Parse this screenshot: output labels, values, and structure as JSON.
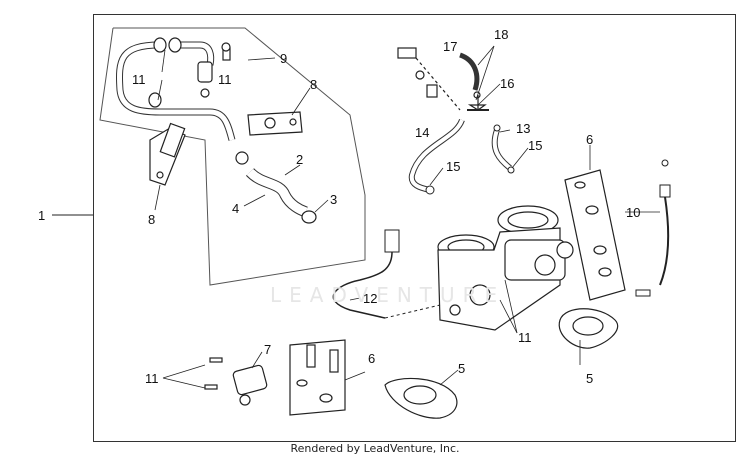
{
  "diagram": {
    "callouts": [
      {
        "id": "c1",
        "text": "1"
      },
      {
        "id": "c2",
        "text": "2"
      },
      {
        "id": "c3",
        "text": "3"
      },
      {
        "id": "c4",
        "text": "4"
      },
      {
        "id": "c5a",
        "text": "5"
      },
      {
        "id": "c5b",
        "text": "5"
      },
      {
        "id": "c6a",
        "text": "6"
      },
      {
        "id": "c6b",
        "text": "6"
      },
      {
        "id": "c7",
        "text": "7"
      },
      {
        "id": "c8a",
        "text": "8"
      },
      {
        "id": "c8b",
        "text": "8"
      },
      {
        "id": "c9",
        "text": "9"
      },
      {
        "id": "c10",
        "text": "10"
      },
      {
        "id": "c11a",
        "text": "11"
      },
      {
        "id": "c11b",
        "text": "11"
      },
      {
        "id": "c11c",
        "text": "11"
      },
      {
        "id": "c11d",
        "text": "11"
      },
      {
        "id": "c12",
        "text": "12"
      },
      {
        "id": "c13",
        "text": "13"
      },
      {
        "id": "c14",
        "text": "14"
      },
      {
        "id": "c15a",
        "text": "15"
      },
      {
        "id": "c15b",
        "text": "15"
      },
      {
        "id": "c16",
        "text": "16"
      },
      {
        "id": "c17",
        "text": "17"
      },
      {
        "id": "c18",
        "text": "18"
      }
    ],
    "watermark": "LEADVENTURE",
    "footer": "Rendered by LeadVenture, Inc."
  }
}
